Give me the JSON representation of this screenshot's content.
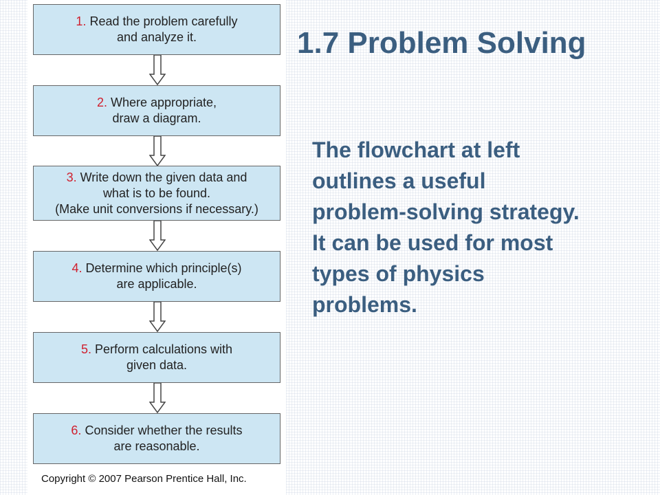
{
  "title": "1.7 Problem Solving",
  "body_lines": [
    "The flowchart at left",
    "outlines a useful",
    "problem-solving strategy.",
    "It can be used for most",
    "types of physics",
    "problems."
  ],
  "steps": [
    {
      "num": "1.",
      "lines": [
        " Read the problem carefully",
        "and analyze it."
      ]
    },
    {
      "num": "2.",
      "lines": [
        " Where appropriate,",
        "draw a diagram."
      ]
    },
    {
      "num": "3.",
      "lines": [
        " Write down the given data and",
        "what is to be found.",
        "(Make unit conversions if necessary.)"
      ]
    },
    {
      "num": "4.",
      "lines": [
        " Determine which principle(s)",
        "are applicable."
      ]
    },
    {
      "num": "5.",
      "lines": [
        " Perform calculations with",
        "given data."
      ]
    },
    {
      "num": "6.",
      "lines": [
        " Consider whether the results",
        "are reasonable."
      ]
    }
  ],
  "copyright": "Copyright © 2007 Pearson Prentice Hall, Inc.",
  "colors": {
    "title": "#3b5e80",
    "box_fill": "#cde6f3",
    "step_number": "#d0202e"
  }
}
